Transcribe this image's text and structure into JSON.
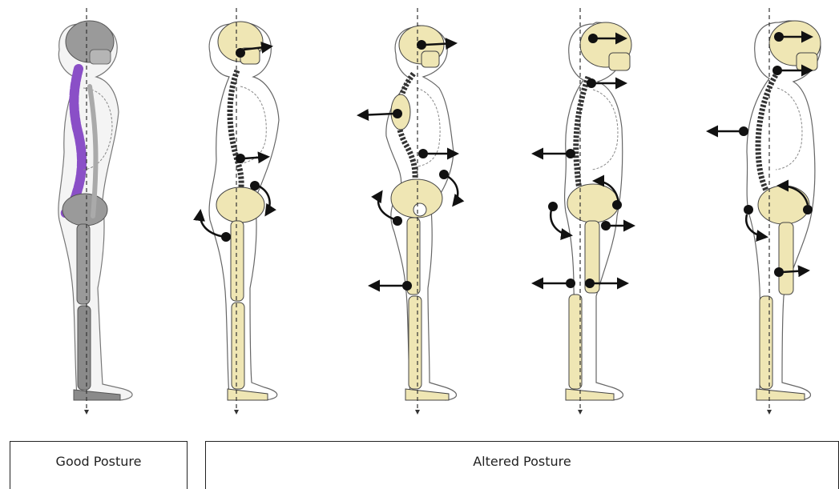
{
  "labels": {
    "good_posture": "Good Posture",
    "altered_posture": "Altered Posture"
  },
  "figures": [
    {
      "id": "fig1",
      "group": "good",
      "shading": "gray",
      "spine_highlight": "#8a4fc7"
    },
    {
      "id": "fig2",
      "group": "altered",
      "shading": "beige"
    },
    {
      "id": "fig3",
      "group": "altered",
      "shading": "beige"
    },
    {
      "id": "fig4",
      "group": "altered",
      "shading": "beige"
    },
    {
      "id": "fig5",
      "group": "altered",
      "shading": "beige"
    }
  ],
  "colors": {
    "bone_beige": "#efe6b4",
    "bone_gray": "#8f8f8f",
    "spine_purple": "#8a4fc7",
    "outline": "#222222",
    "plumb_line": "#333333",
    "arrow": "#111111"
  }
}
